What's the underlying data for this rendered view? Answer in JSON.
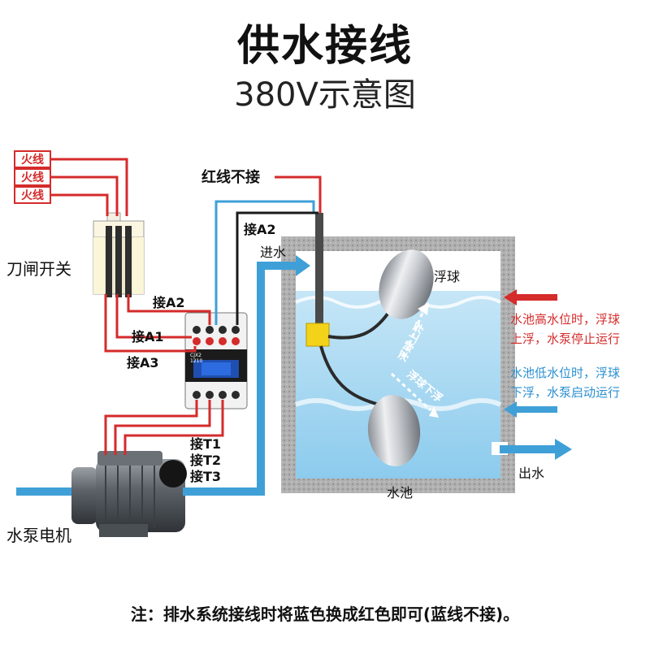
{
  "header": {
    "title": "供水接线",
    "subtitle": "380V示意图"
  },
  "labels": {
    "live_wire": "火线",
    "knife_switch": "刀闸开关",
    "red_wire_not_connected": "红线不接",
    "connect_a2_top": "接A2",
    "connect_a2": "接A2",
    "connect_a1": "接A1",
    "connect_a3": "接A3",
    "connect_t1": "接T1",
    "connect_t2": "接T2",
    "connect_t3": "接T3",
    "water_in": "进水",
    "water_out": "出水",
    "float_ball": "浮球",
    "float_up": "浮球上浮",
    "float_down": "浮球下浮",
    "pool": "水池",
    "pump_motor": "水泵电机",
    "contactor_model": "CJX2",
    "contactor_spec": "1210"
  },
  "states": {
    "high_line1": "水池高水位时，浮球",
    "high_line2": "上浮，水泵停止运行",
    "low_line1": "水池低水位时，浮球",
    "low_line2": "下浮，水泵启动运行"
  },
  "footer": {
    "note": "注：排水系统接线时将蓝色换成红色即可(蓝线不接)。"
  },
  "colors": {
    "red_wire": "#d52b2b",
    "blue_wire": "#3fa0d8",
    "black_wire": "#1a1a1a",
    "water": "#a9d8f1",
    "pool_wall": "#9a9a9a",
    "contactor_blue": "#1f4fb0"
  }
}
